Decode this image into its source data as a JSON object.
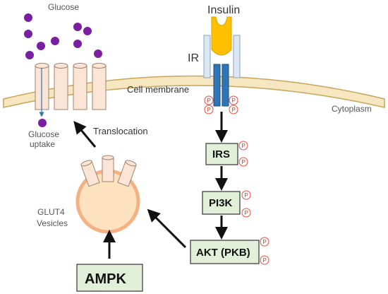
{
  "labels": {
    "glucose": "Glucose",
    "insulin": "Insulin",
    "ir": "IR",
    "cell_membrane": "Cell membrane",
    "cytoplasm": "Cytoplasm",
    "glucose_uptake_line1": "Glucose",
    "glucose_uptake_line2": "uptake",
    "translocation": "Translocation",
    "glut4_line1": "GLUT4",
    "glut4_line2": "Vesicles"
  },
  "boxes": {
    "irs": "IRS",
    "pi3k": "PI3K",
    "akt": "AKT (PKB)",
    "ampk": "AMPK"
  },
  "phospho_label": "P",
  "colors": {
    "membrane_fill": "#f7e7c0",
    "membrane_stroke": "#c9a45a",
    "box_fill": "#e2f0d9",
    "glucose": "#7a1fa2",
    "insulin": "#ffc000",
    "receptor_outer": "#dbe7f3",
    "receptor_inner": "#2e75b6",
    "vesicle_fill": "#fde2c0",
    "vesicle_stroke": "#f4b183",
    "phospho": "#e74c3c",
    "cylinder": "#fbe5d6",
    "cylinder_stroke": "#a0826d"
  }
}
